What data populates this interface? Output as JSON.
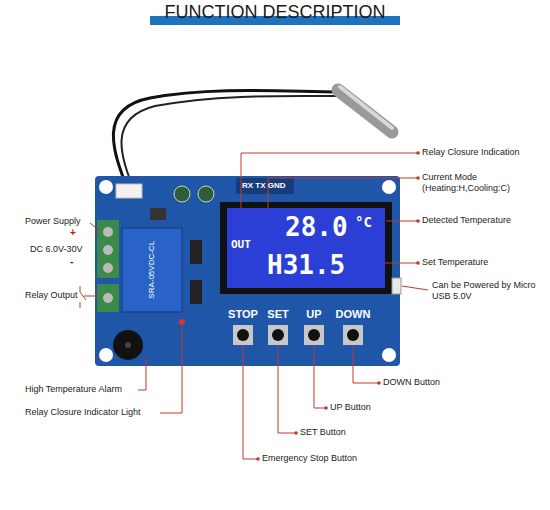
{
  "diagram": {
    "title": "FUNCTION DESCRIPTION",
    "nodes": [
      {
        "text": [
          "OUT",
          "28.0",
          "°C",
          "H31.5"
        ]
      }
    ],
    "labels": [
      "Relay Closure Indication",
      "Current Mode (Heating:H,Cooling:C)",
      "Detected Temperature",
      "Set Temperature",
      "Can be Powered by Micro USB 5.0V",
      "Power Supply",
      "+",
      "DC 6.0V-30V",
      "-",
      "Relay Output",
      "High Temperature Alarm",
      "Relay Closure Indicator Light",
      "DOWN Button",
      "UP Button",
      "SET Button",
      "Emergency Stop Button",
      "RX TX GND",
      "STOP",
      "SET",
      "UP",
      "DOWN",
      "SRA-05VDC-CL"
    ]
  }
}
